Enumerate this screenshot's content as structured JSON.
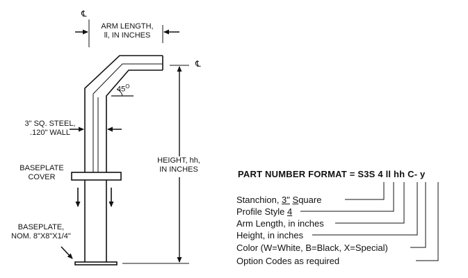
{
  "diagram": {
    "centerline_symbol": "℄",
    "dimensions": {
      "arm_length": {
        "line1": "ARM LENGTH,",
        "line2": "ll, IN INCHES"
      },
      "tube": {
        "line1": "3\" SQ. STEEL,",
        "line2": ".120\" WALL"
      },
      "angle": {
        "value": "45",
        "unit": "O"
      },
      "height": {
        "line1": "HEIGHT, hh,",
        "line2": "IN INCHES"
      }
    },
    "baseplate_cover": {
      "line1": "BASEPLATE",
      "line2": "COVER"
    },
    "baseplate": {
      "line1": "BASEPLATE,",
      "line2": "NOM. 8\"X8\"X1/4\""
    }
  },
  "part_number": {
    "title": "PART NUMBER FORMAT = S3S 4 ll hh C- y",
    "legend": {
      "stanchion": {
        "pre": "Stanchion, ",
        "num": "3\"",
        "mid": " ",
        "s": "S",
        "post": "quare"
      },
      "profile": {
        "pre": "Profile Style ",
        "num": "4"
      },
      "arm_length": "Arm Length, in inches",
      "height": "Height, in inches",
      "color": "Color (W=White, B=Black, X=Special)",
      "options": "Option Codes as required"
    }
  }
}
